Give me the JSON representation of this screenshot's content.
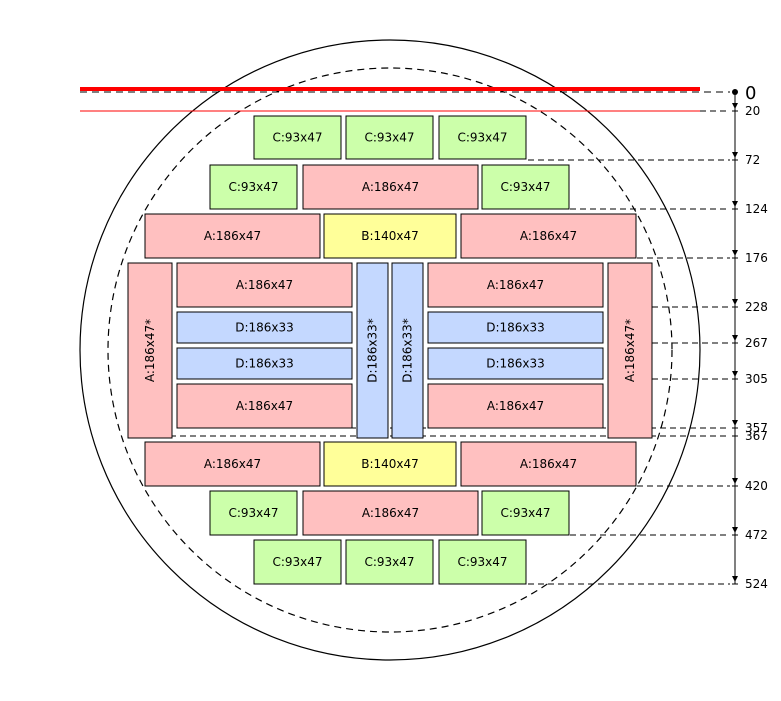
{
  "colors": {
    "A": "#ffc0c0",
    "B": "#ffff99",
    "C": "#ccffaa",
    "D": "#c4d8ff",
    "outline": "#000000",
    "top_band": "#ff0000"
  },
  "top_marker_label": "0",
  "dimensions": [
    "20",
    "72",
    "124",
    "176",
    "228",
    "267",
    "305",
    "357",
    "367",
    "420",
    "472",
    "524"
  ],
  "rows": [
    [
      "C:93x47",
      "C:93x47",
      "C:93x47"
    ],
    [
      "C:93x47",
      "A:186x47",
      "C:93x47"
    ],
    [
      "A:186x47",
      "B:140x47",
      "A:186x47"
    ],
    [
      "A:186x47",
      "A:186x47"
    ],
    [
      "D:186x33",
      "D:186x33"
    ],
    [
      "D:186x33",
      "D:186x33"
    ],
    [
      "A:186x47",
      "A:186x47"
    ],
    [
      "A:186x47",
      "B:140x47",
      "A:186x47"
    ],
    [
      "C:93x47",
      "A:186x47",
      "C:93x47"
    ],
    [
      "C:93x47",
      "C:93x47",
      "C:93x47"
    ]
  ],
  "vertical_labels": [
    "A:186x47*",
    "D:186x33*",
    "D:186x33*",
    "A:186x47*"
  ]
}
